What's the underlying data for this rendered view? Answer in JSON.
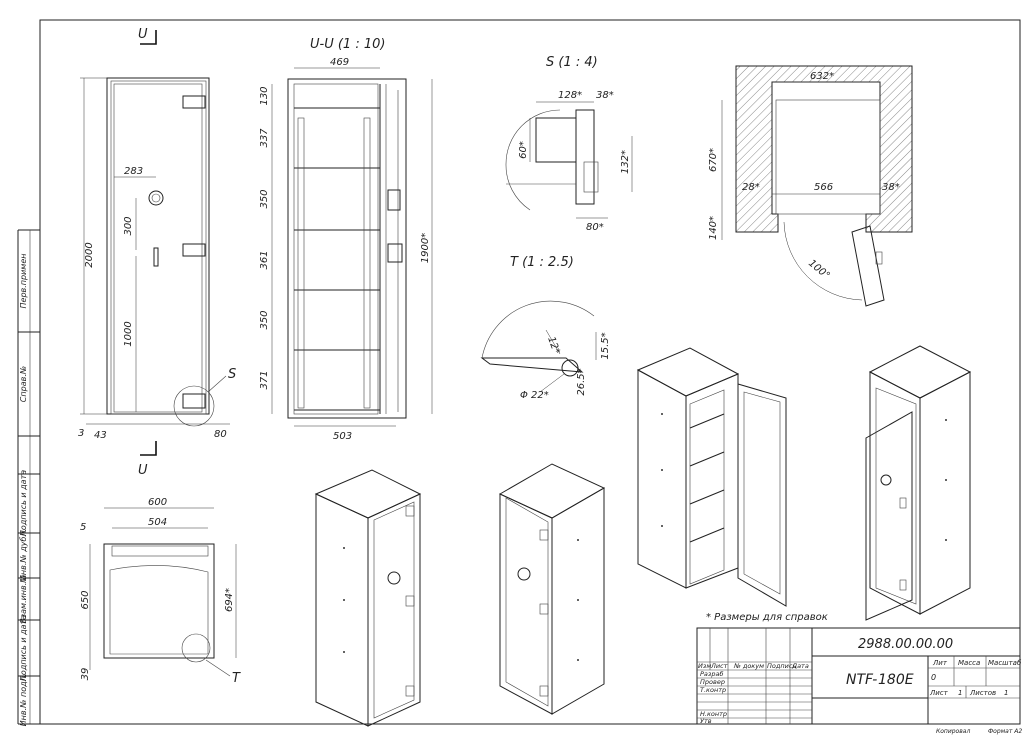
{
  "drawing": {
    "number": "2988.00.00.00",
    "name_prefix": "NTF-",
    "name_suffix": "180E",
    "note": "* Размеры для справок",
    "format": "Формат А2",
    "copied": "Копировал"
  },
  "title_block": {
    "col_izm": "Изм",
    "col_list": "Лист",
    "col_doc": "№ докум",
    "col_sign": "Подпись",
    "col_date": "Дата",
    "row_razrab": "Разраб",
    "row_prover": "Провер",
    "row_tkontr": "Т.контр",
    "row_nkontr": "Н.контр",
    "row_utv": "Утв",
    "lit": "Лит",
    "mass": "Масса",
    "scale": "Масштаб",
    "lit_value": "0",
    "sheet_label": "Лист",
    "sheet_value": "1",
    "sheets_label": "Листов",
    "sheets_value": "1"
  },
  "side_stamps": [
    "Перв.примен",
    "Справ.№",
    "Подпись и дата",
    "Инв.№ дубл.",
    "Взам.инв.№",
    "Подпись и дата",
    "Инв.№ подл."
  ],
  "views": {
    "section_mark": "U",
    "section_title": "U-U (1 : 10)",
    "detail_s_title": "S (1 : 4)",
    "detail_t_title": "T (1 : 2.5)",
    "label_s": "S",
    "label_t": "T"
  },
  "dims_front": {
    "h_total": "2000",
    "d_283": "283",
    "d_300": "300",
    "d_1000": "1000",
    "d_3": "3",
    "d_43": "43",
    "d_80": "80"
  },
  "dims_section": {
    "w_top": "469",
    "w_bottom": "503",
    "h_total": "1900*",
    "s1": "130",
    "s2": "337",
    "s3": "350",
    "s4": "361",
    "s5": "350",
    "s6": "371"
  },
  "dims_plan": {
    "w_outer": "600",
    "w_inner": "504",
    "d_5": "5",
    "d_650": "650",
    "d_39": "39",
    "d_694": "694*"
  },
  "dims_detail_s": {
    "d_128": "128*",
    "d_38": "38*",
    "d_60": "60*",
    "d_132": "132*",
    "d_80": "80*"
  },
  "dims_detail_t": {
    "d_12": "12*",
    "d_155": "15.5*",
    "d_265": "26.5*",
    "d_22": "Φ 22*"
  },
  "dims_niche": {
    "d_632": "632*",
    "d_670": "670*",
    "d_28": "28*",
    "d_566": "566",
    "d_38": "38*",
    "d_140": "140*",
    "angle": "100°"
  }
}
